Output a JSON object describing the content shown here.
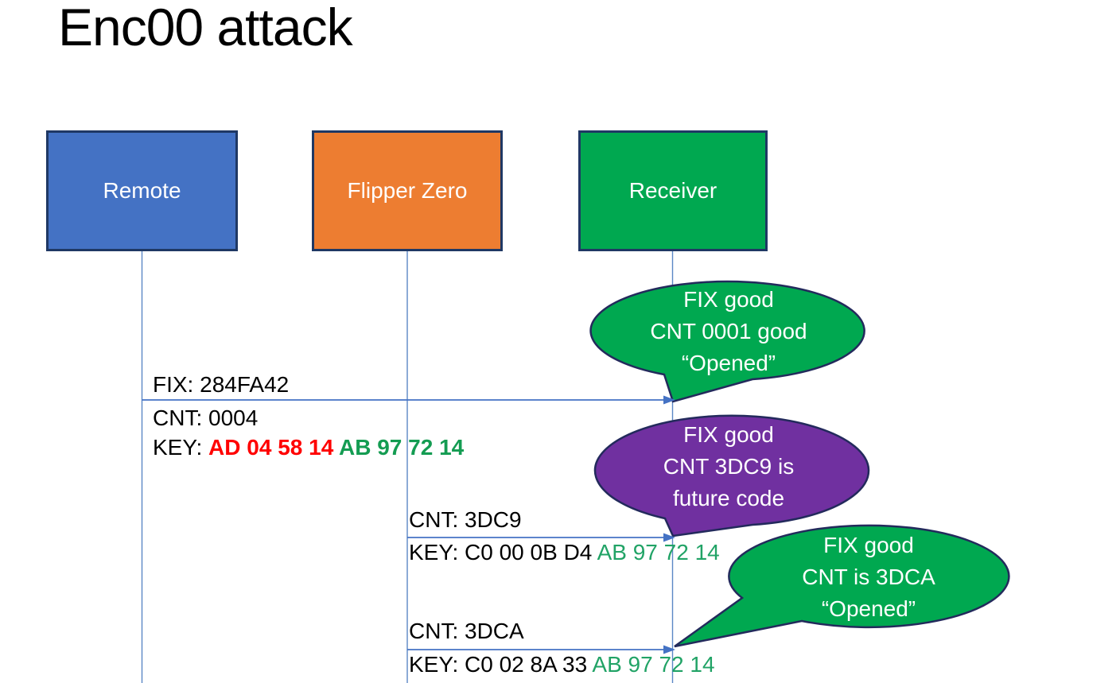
{
  "title": "Enc00 attack",
  "colors": {
    "remote_blue": "#4472C4",
    "flipper_orange": "#ED7D31",
    "receiver_green": "#00A850",
    "bubble_green": "#00A850",
    "bubble_purple": "#7030A0",
    "box_outline": "#1F3864",
    "bubble_outline": "#232A5C",
    "arrow_blue": "#4472C4",
    "lifeline_blue": "#5B87C5",
    "key_red": "#FF0000",
    "key_green_bold": "#149C52",
    "key_green": "#21A366",
    "label_black": "#000000",
    "bubble_text_white": "#FFFFFF"
  },
  "actors": [
    {
      "label": "Remote"
    },
    {
      "label": "Flipper Zero"
    },
    {
      "label": "Receiver"
    }
  ],
  "messages": [
    {
      "fix": "FIX: 284FA42",
      "cnt": "CNT: 0004",
      "key_prefix": "KEY: ",
      "key_red": "AD 04 58 14 ",
      "key_green": "AB 97 72 14"
    },
    {
      "cnt": "CNT: 3DC9",
      "key_prefix": "KEY: C0 00 0B D4 ",
      "key_green": "AB 97 72 14"
    },
    {
      "cnt": "CNT: 3DCA",
      "key_prefix": "KEY: C0 02 8A 33 ",
      "key_green": "AB 97 72 14"
    }
  ],
  "bubbles": [
    {
      "line1": "FIX good",
      "line2": "CNT 0001 good",
      "line3": "“Opened”"
    },
    {
      "line1": "FIX good",
      "line2": "CNT 3DC9 is",
      "line3": "future code"
    },
    {
      "line1": "FIX good",
      "line2": "CNT is 3DCA",
      "line3": "“Opened”"
    }
  ]
}
